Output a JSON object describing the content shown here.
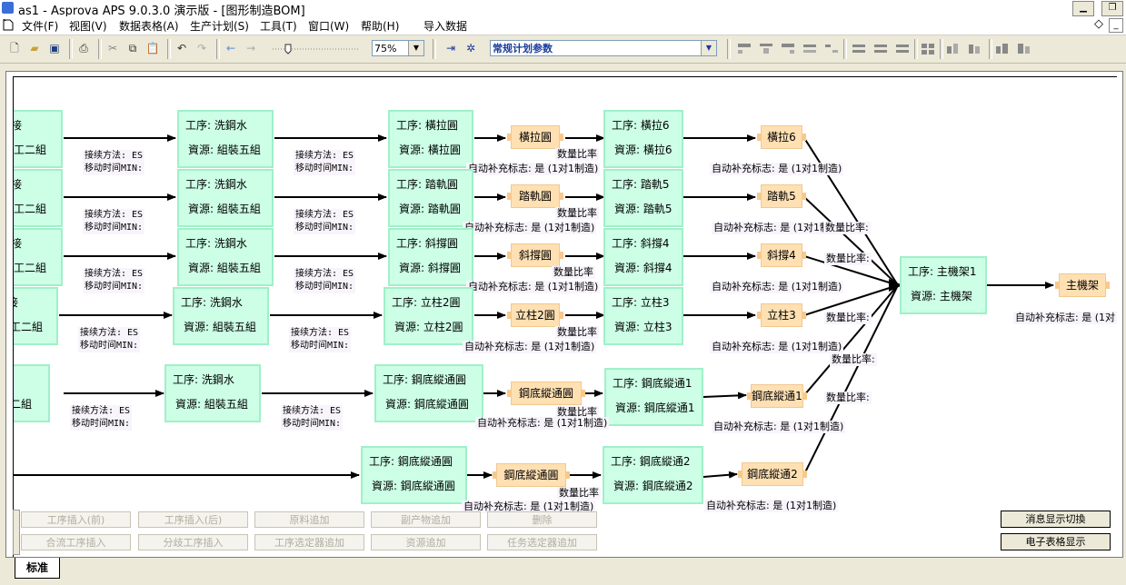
{
  "window": {
    "title": "as1 - Asprova APS 9.0.3.0 演示版 - [图形制造BOM]"
  },
  "menu": [
    "文件(F)",
    "视图(V)",
    "数据表格(A)",
    "生产计划(S)",
    "工具(T)",
    "窗口(W)",
    "帮助(H)",
    "导入数据"
  ],
  "toolbar": {
    "zoom": "75%",
    "param_combo": "常规计划参数"
  },
  "diagram": {
    "proc_left": [
      "接",
      "工二組",
      "接",
      "工二組",
      "接",
      "工二組",
      "接",
      "工二組",
      "",
      "二組"
    ],
    "wash_proc": "工序: 洗鋼水",
    "wash_res": "資源: 組裝五組",
    "conn_a": "接续方法: ES",
    "conn_b": "移动时间MIN:",
    "auto": "自动补充标志: 是 (1对1制造)",
    "auto_cut": "自动补充标志: 是 (1对",
    "qty": "数量比率:",
    "qty_cut": "数量比率",
    "p1": [
      {
        "proc": "工序: 橫拉圓",
        "res": "資源: 橫拉圓",
        "item": "橫拉圓",
        "proc2": "工序: 橫拉6",
        "res2": "資源: 橫拉6",
        "item2": "橫拉6"
      },
      {
        "proc": "工序: 踏軌圓",
        "res": "資源: 踏軌圓",
        "item": "踏軌圓",
        "proc2": "工序: 踏軌5",
        "res2": "資源: 踏軌5",
        "item2": "踏軌5"
      },
      {
        "proc": "工序: 斜撐圓",
        "res": "資源: 斜撐圓",
        "item": "斜撐圓",
        "proc2": "工序: 斜撐4",
        "res2": "資源: 斜撐4",
        "item2": "斜撐4"
      },
      {
        "proc": "工序: 立柱2圓",
        "res": "資源: 立柱2圓",
        "item": "立柱2圓",
        "proc2": "工序: 立柱3",
        "res2": "資源: 立柱3",
        "item2": "立柱3"
      },
      {
        "proc": "工序: 鋼底縱通圓",
        "res": "資源: 鋼底縱通圓",
        "item": "鋼底縱通圓",
        "proc2": "工序: 鋼底縱通1",
        "res2": "資源: 鋼底縱通1",
        "item2": "鋼底縱通1"
      },
      {
        "proc": "工序: 鋼底縱通圓",
        "res": "資源: 鋼底縱通圓",
        "item": "鋼底縱通圓",
        "proc2": "工序: 鋼底縱通2",
        "res2": "資源: 鋼底縱通2",
        "item2": "鋼底縱通2"
      }
    ],
    "main_proc": "工序: 主機架1",
    "main_res": "資源: 主機架",
    "main_item": "主機架"
  },
  "palette": {
    "row1": [
      "工序插入(前)",
      "工序插入(后)",
      "原料追加",
      "副产物追加",
      "删除"
    ],
    "row2": [
      "合流工序插入",
      "分歧工序插入",
      "工序选定器追加",
      "资源追加",
      "任务选定器追加"
    ]
  },
  "side_buttons": [
    "消息显示切換",
    "电子表格显示"
  ],
  "tab": "标准"
}
